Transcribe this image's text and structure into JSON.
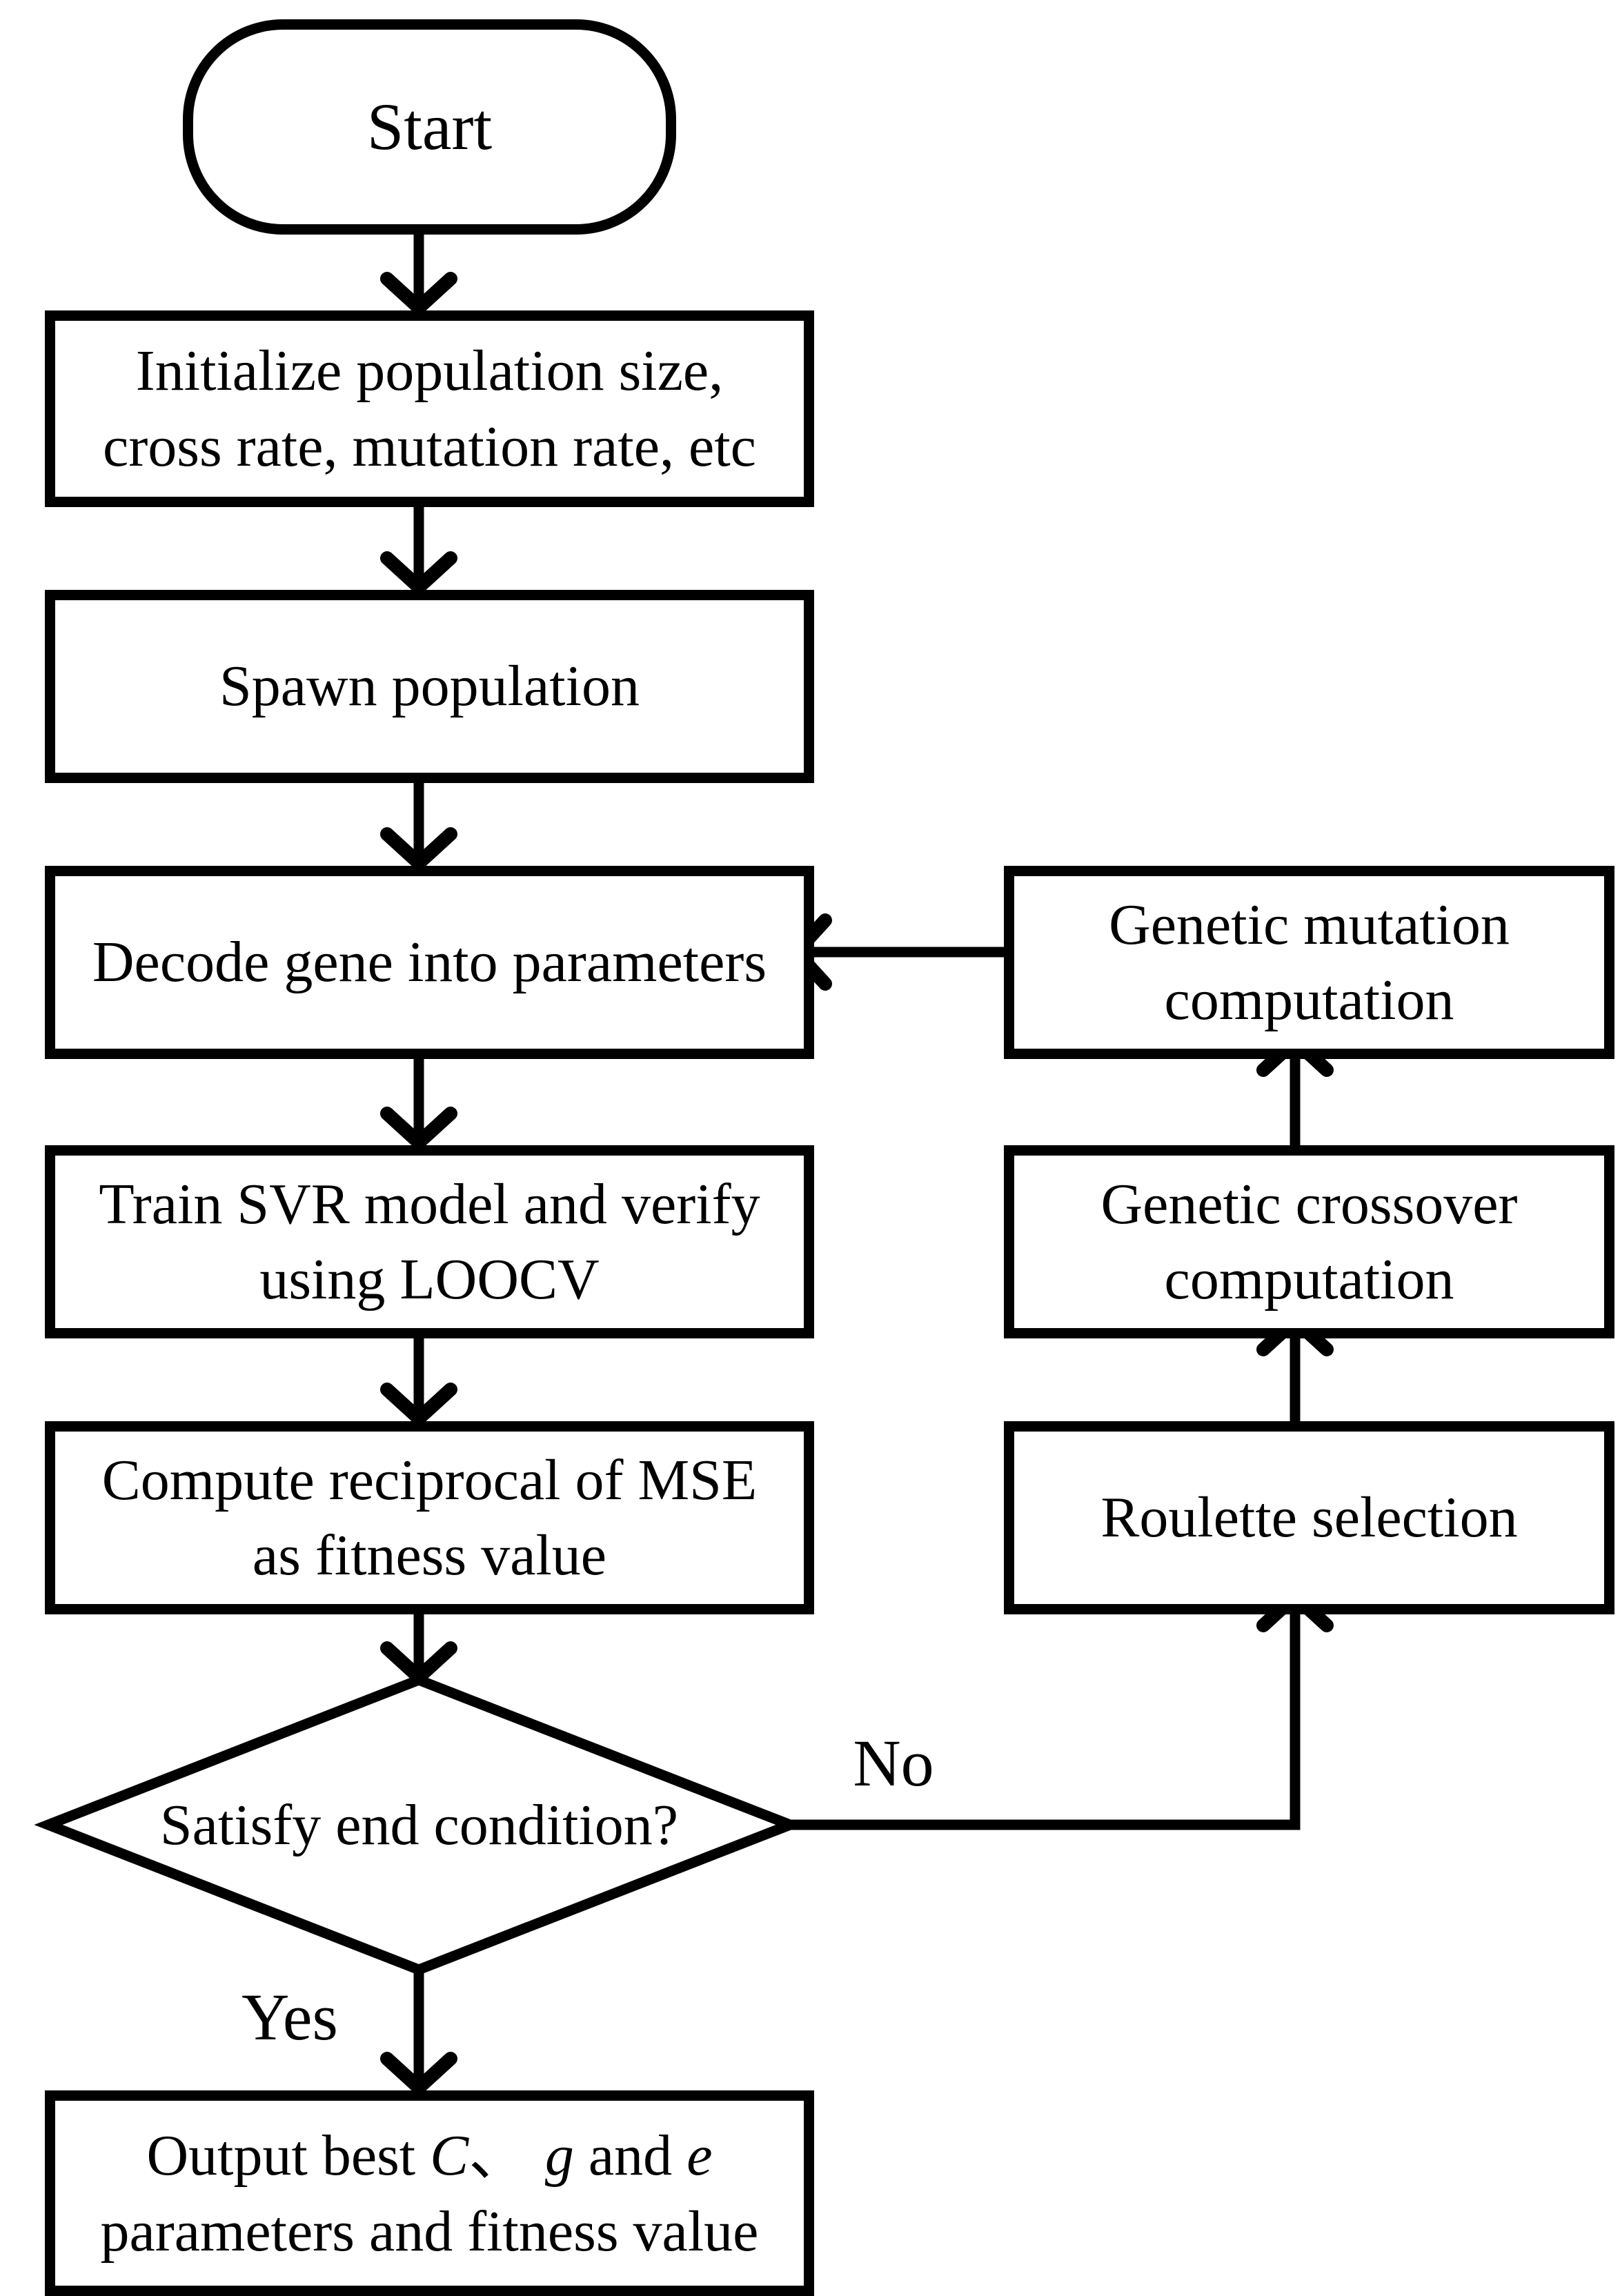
{
  "colors": {
    "stroke": "#000000",
    "background": "#ffffff",
    "text": "#000000"
  },
  "nodes": {
    "start": {
      "type": "terminator",
      "label": "Start"
    },
    "initialize": {
      "type": "process",
      "lines": [
        "Initialize population size,",
        "cross rate, mutation rate, etc"
      ]
    },
    "spawn": {
      "type": "process",
      "lines": [
        "Spawn population"
      ]
    },
    "decode": {
      "type": "process",
      "lines": [
        "Decode gene into parameters"
      ]
    },
    "train": {
      "type": "process",
      "lines": [
        "Train SVR model and verify",
        "using LOOCV"
      ]
    },
    "fitness": {
      "type": "process",
      "lines": [
        "Compute reciprocal of MSE",
        "as fitness value"
      ]
    },
    "condition": {
      "type": "decision",
      "label": "Satisfy end condition?"
    },
    "output": {
      "type": "process",
      "line1_parts": [
        {
          "t": "Output best ",
          "italic": false
        },
        {
          "t": "C",
          "italic": true
        },
        {
          "t": "、 ",
          "italic": false
        },
        {
          "t": "g",
          "italic": true
        },
        {
          "t": " and ",
          "italic": false
        },
        {
          "t": "e",
          "italic": true
        }
      ],
      "line2": "parameters and fitness value"
    },
    "roulette": {
      "type": "process",
      "lines": [
        "Roulette selection"
      ]
    },
    "crossover": {
      "type": "process",
      "lines": [
        "Genetic crossover",
        "computation"
      ]
    },
    "mutation": {
      "type": "process",
      "lines": [
        "Genetic mutation",
        "computation"
      ]
    }
  },
  "edges": {
    "yes_label": "Yes",
    "no_label": "No"
  }
}
